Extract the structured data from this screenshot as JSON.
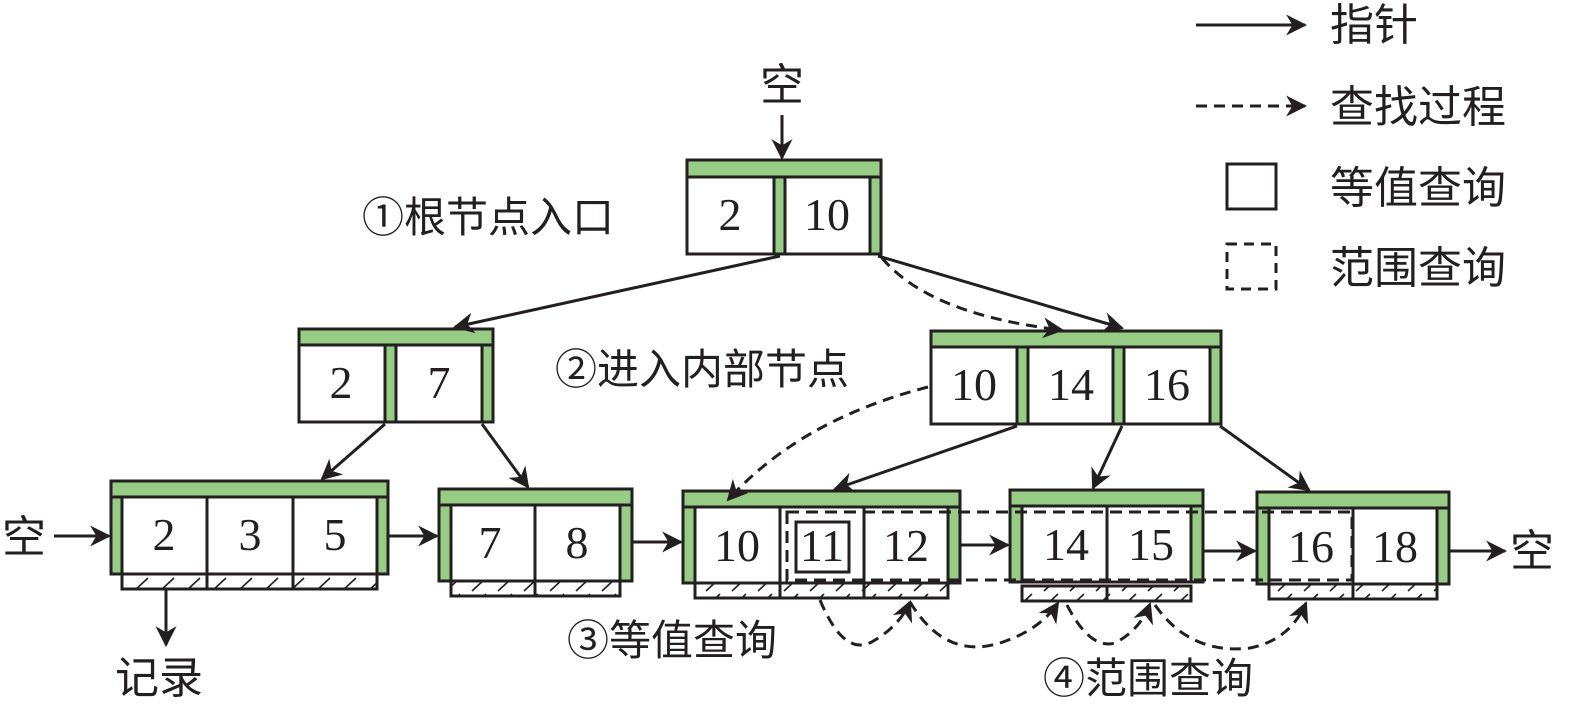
{
  "colors": {
    "node_header": "#96cc84",
    "ink": "#231f20",
    "background": "#ffffff"
  },
  "legend": {
    "pointer": "指针",
    "search_process": "查找过程",
    "equality_query": "等值查询",
    "range_query": "范围查询"
  },
  "labels": {
    "root_null": "空",
    "root_entry": "①根节点入口",
    "internal_entry": "②进入内部节点",
    "equality_step": "③等值查询",
    "range_step": "④范围查询",
    "left_null": "空",
    "right_null": "空",
    "record": "记录"
  },
  "tree": {
    "root": {
      "keys": [
        "2",
        "10"
      ]
    },
    "internal": [
      {
        "keys": [
          "2",
          "7"
        ]
      },
      {
        "keys": [
          "10",
          "14",
          "16"
        ]
      }
    ],
    "leaves": [
      {
        "keys": [
          "2",
          "3",
          "5"
        ]
      },
      {
        "keys": [
          "7",
          "8"
        ]
      },
      {
        "keys": [
          "10",
          "11",
          "12"
        ]
      },
      {
        "keys": [
          "14",
          "15"
        ]
      },
      {
        "keys": [
          "16",
          "18"
        ]
      }
    ]
  },
  "queries": {
    "equality_target": "11",
    "range_from": "11",
    "range_to": "16"
  }
}
